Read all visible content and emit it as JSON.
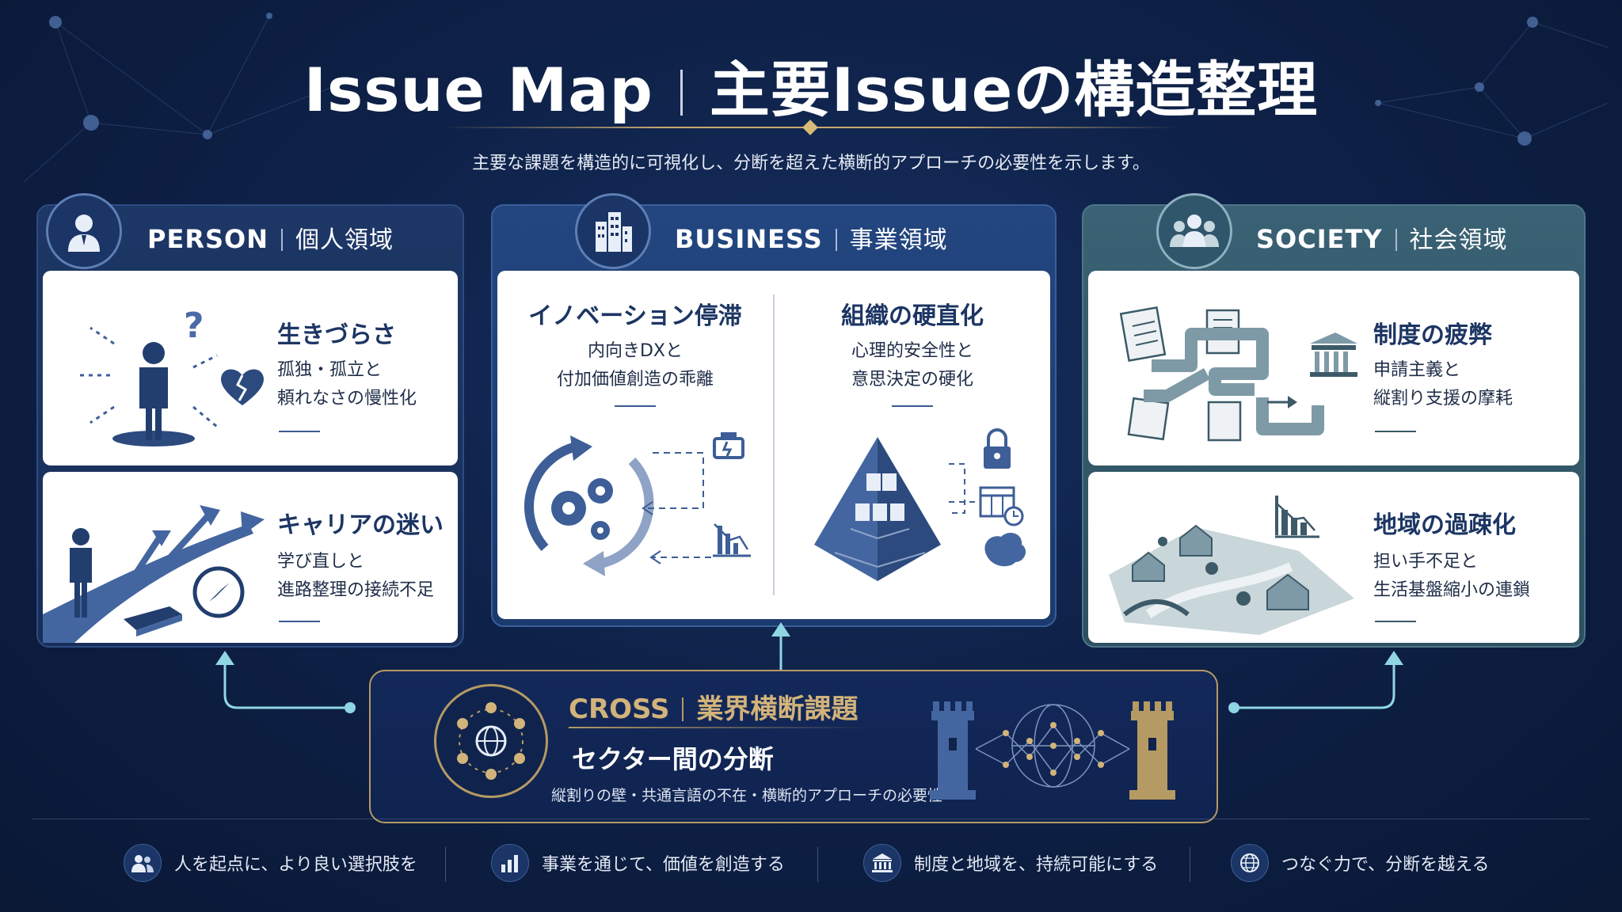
{
  "title": {
    "main": "Issue Map",
    "sub": "主要Issueの構造整理"
  },
  "subtitle": "主要な課題を構造的に可視化し、分断を超えた横断的アプローチの必要性を示します。",
  "person": {
    "label_en": "PERSON",
    "label_jp": "個人領域",
    "icon": "person-icon",
    "cards": [
      {
        "title": "生きづらさ",
        "line1": "孤独・孤立と",
        "line2": "頼れなさの慢性化"
      },
      {
        "title": "キャリアの迷い",
        "line1": "学び直しと",
        "line2": "進路整理の接続不足"
      }
    ]
  },
  "business": {
    "label_en": "BUSINESS",
    "label_jp": "事業領域",
    "icon": "building-icon",
    "cards": [
      {
        "title": "イノベーション停滞",
        "line1": "内向きDXと",
        "line2": "付加価値創造の乖離"
      },
      {
        "title": "組織の硬直化",
        "line1": "心理的安全性と",
        "line2": "意思決定の硬化"
      }
    ]
  },
  "society": {
    "label_en": "SOCIETY",
    "label_jp": "社会領域",
    "icon": "people-group-icon",
    "cards": [
      {
        "title": "制度の疲弊",
        "line1": "申請主義と",
        "line2": "縦割り支援の摩耗"
      },
      {
        "title": "地域の過疎化",
        "line1": "担い手不足と",
        "line2": "生活基盤縮小の連鎖"
      }
    ]
  },
  "cross": {
    "label_en": "CROSS",
    "label_jp": "業界横断課題",
    "title": "セクター間の分断",
    "text": "縦割りの壁・共通言語の不在・横断的アプローチの必要性"
  },
  "footer": [
    {
      "icon": "people-icon",
      "text": "人を起点に、より良い選択肢を"
    },
    {
      "icon": "bar-chart-icon",
      "text": "事業を通じて、価値を創造する"
    },
    {
      "icon": "institution-icon",
      "text": "制度と地域を、持続可能にする"
    },
    {
      "icon": "globe-icon",
      "text": "つなぐ力で、分断を越える"
    }
  ],
  "colors": {
    "background": "#0e2148",
    "person": "#1d3766",
    "business": "#234680",
    "society": "#3a6274",
    "cross_accent": "#d2b37a",
    "card_title": "#1c3563"
  }
}
